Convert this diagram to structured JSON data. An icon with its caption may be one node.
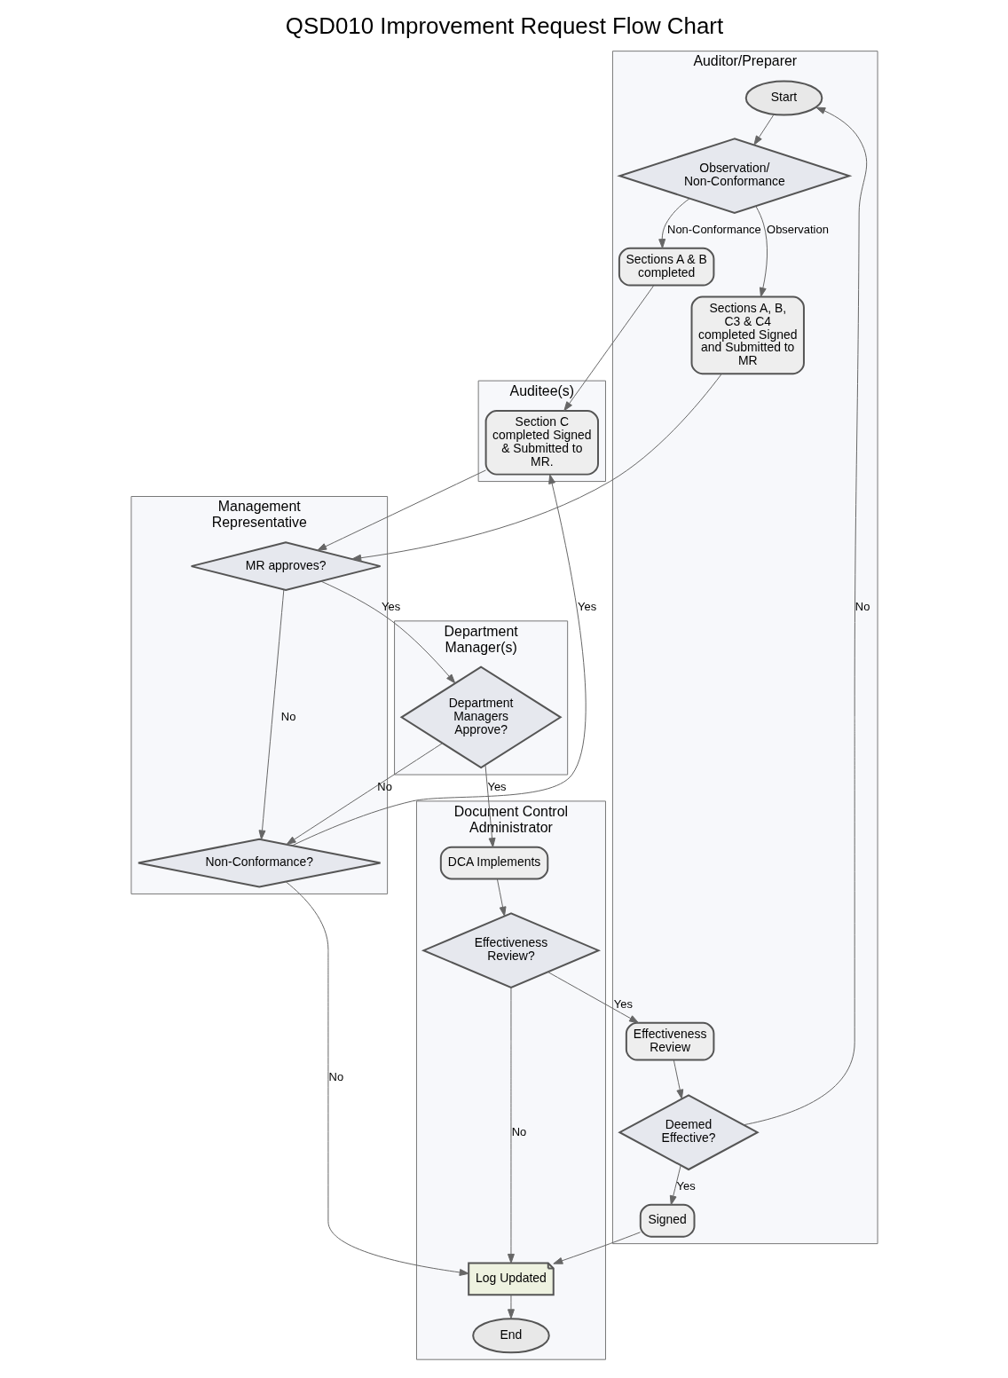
{
  "diagram": {
    "title": "QSD010 Improvement Request Flow Chart",
    "nodes": [
      {
        "text": [
          "Auditor/Preparer"
        ]
      },
      {
        "text": [
          "Start"
        ],
        "in": 0
      },
      {
        "text": [
          "Observation/ Non-Conformance"
        ],
        "in": 0
      },
      {
        "text": [
          "Sections A & B completed"
        ],
        "in": 0
      },
      {
        "text": [
          "Sections A, B, C3 & C4 completed Signed and Submitted to MR"
        ],
        "in": 0
      },
      {
        "text": [
          "Effectiveness Review"
        ],
        "in": 0
      },
      {
        "text": [
          "Deemed Effective?"
        ],
        "in": 0
      },
      {
        "text": [
          "Signed"
        ],
        "in": 0
      },
      {
        "text": [
          "Auditee(s)"
        ]
      },
      {
        "text": [
          "Section C completed Signed & Submitted to MR."
        ],
        "in": 8
      },
      {
        "text": [
          "Management Representative"
        ]
      },
      {
        "text": [
          "MR approves?"
        ],
        "in": 10
      },
      {
        "text": [
          "Non-Conformance?"
        ],
        "in": 10
      },
      {
        "text": [
          "Department Manager(s)"
        ]
      },
      {
        "text": [
          "Department Managers Approve?"
        ],
        "in": 13
      },
      {
        "text": [
          "Document Control Administrator"
        ]
      },
      {
        "text": [
          "DCA Implements"
        ],
        "in": 15
      },
      {
        "text": [
          "Effectiveness Review?"
        ],
        "in": 15
      },
      {
        "text": [
          "Log Updated"
        ],
        "in": 15
      },
      {
        "text": [
          "End"
        ],
        "in": 15
      }
    ],
    "edges": [
      {
        "from": 1,
        "to": 2,
        "arrow": "to"
      },
      {
        "from": 2,
        "to": 4,
        "arrow": "to",
        "label": "Observation"
      },
      {
        "from": 2,
        "to": 3,
        "arrow": "to",
        "label": "Non-Conformance"
      },
      {
        "from": 3,
        "to": 9,
        "arrow": "to"
      },
      {
        "from": 9,
        "to": 11,
        "arrow": "to"
      },
      {
        "from": 4,
        "to": 11,
        "arrow": "to"
      },
      {
        "from": 11,
        "to": 14,
        "arrow": "to",
        "label": "Yes"
      },
      {
        "from": 11,
        "to": 12,
        "arrow": "to",
        "label": "No"
      },
      {
        "from": 14,
        "to": 16,
        "arrow": "to",
        "label": "Yes"
      },
      {
        "from": 14,
        "to": 12,
        "arrow": "to",
        "label": "No"
      },
      {
        "from": 12,
        "to": 9,
        "arrow": "to",
        "label": "Yes"
      },
      {
        "from": 12,
        "to": 18,
        "arrow": "to",
        "label": "No"
      },
      {
        "from": 16,
        "to": 17,
        "arrow": "to"
      },
      {
        "from": 17,
        "to": 5,
        "arrow": "to",
        "label": "Yes"
      },
      {
        "from": 17,
        "to": 18,
        "arrow": "to",
        "label": "No"
      },
      {
        "from": 5,
        "to": 6,
        "arrow": "to"
      },
      {
        "from": 6,
        "to": 7,
        "arrow": "to",
        "label": "Yes"
      },
      {
        "from": 6,
        "to": 1,
        "arrow": "to",
        "label": "No"
      },
      {
        "from": 7,
        "to": 18,
        "arrow": "to"
      },
      {
        "from": 18,
        "to": 19,
        "arrow": "to"
      }
    ]
  }
}
